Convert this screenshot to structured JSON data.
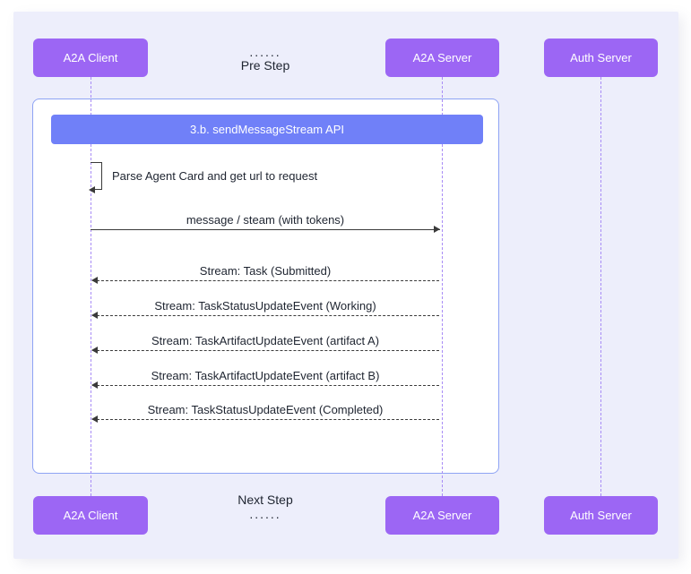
{
  "actors": {
    "client": "A2A Client",
    "server": "A2A Server",
    "auth": "Auth Server"
  },
  "pre_step": {
    "dots": "......",
    "label": "Pre Step"
  },
  "next_step": {
    "label": "Next Step",
    "dots": "......"
  },
  "fragment": {
    "title": "3.b. sendMessageStream API",
    "self_note": "Parse Agent Card and get url to request",
    "request_message": "message / steam (with tokens)",
    "stream_events": [
      "Stream: Task (Submitted)",
      "Stream: TaskStatusUpdateEvent (Working)",
      "Stream: TaskArtifactUpdateEvent (artifact A)",
      "Stream: TaskArtifactUpdateEvent (artifact B)",
      "Stream: TaskStatusUpdateEvent (Completed)"
    ]
  },
  "colors": {
    "actor_box": "#9c66f4",
    "fragment_title_bar": "#7080f8",
    "panel_background": "#edeefb",
    "lifeline": "#a88cf6",
    "fragment_border": "#8ea3f4",
    "arrow": "#3a3a3a",
    "text": "#1e2430"
  }
}
